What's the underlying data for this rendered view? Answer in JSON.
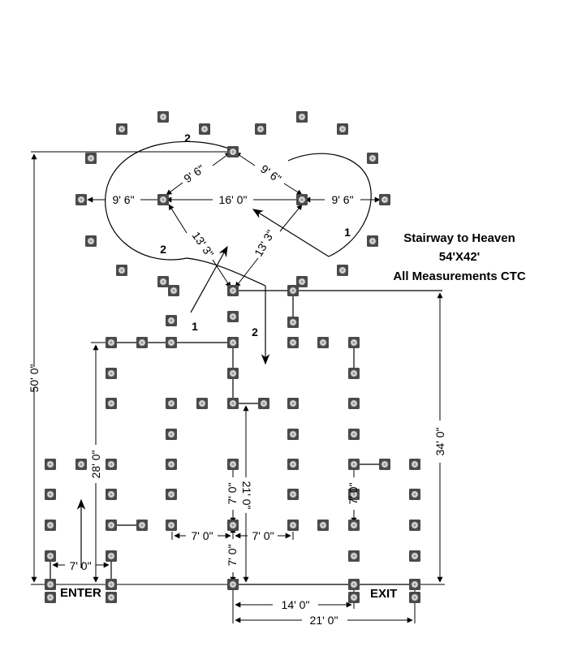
{
  "title": {
    "line1": "Stairway to Heaven",
    "line2": "54'X42'",
    "line3": "All Measurements CTC"
  },
  "labels": {
    "enter": "ENTER",
    "exit": "EXIT"
  },
  "dimensions": {
    "overall_height": "50' 0\"",
    "right_height": "34' 0\"",
    "left_height": "28' 0\"",
    "center_height": "21' 0\"",
    "loop_left": "9' 6\"",
    "loop_center": "16' 0\"",
    "loop_right": "9' 6\"",
    "diag_upper_left": "9' 6\"",
    "diag_upper_right": "9' 6\"",
    "diag_lower_left": "13' 3\"",
    "diag_lower_right": "13' 3\"",
    "mid_left_horiz": "7' 0\"",
    "mid_right_horiz": "7' 0\"",
    "center_upper_vert": "7' 0\"",
    "center_lower_vert": "7' 0\"",
    "right_vert": "7' 0\"",
    "enter_width": "7' 0\"",
    "bottom_inner": "14' 0\"",
    "bottom_outer": "21' 0\""
  },
  "path_numbers": {
    "top": "2",
    "left_mid": "2",
    "right_loop": "1",
    "lower_left": "1",
    "lower_center": "2"
  },
  "colors": {
    "stud_fill": "#4a4a4a",
    "stud_dot": "#d8d8d8",
    "line": "#000000"
  },
  "icons": [
    "stud-marker-icon",
    "arrow-icon"
  ]
}
